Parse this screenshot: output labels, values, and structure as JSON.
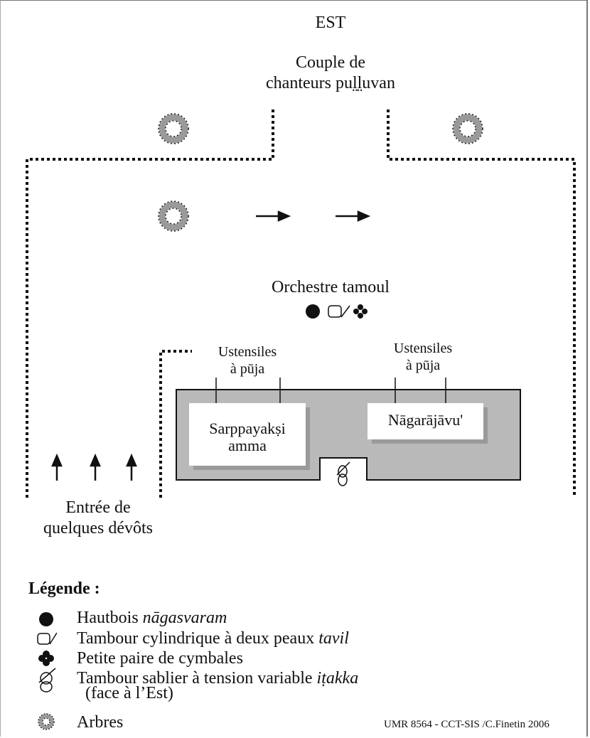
{
  "title": "EST",
  "singers": "Couple de\nchanteurs pul̤l̤uvan",
  "orchestra": "Orchestre tamoul",
  "utensils_left": "Ustensiles\nà pūja",
  "utensils_right": "Ustensiles\nà pūja",
  "shrine_left": "Sarppayakṣi\namma",
  "shrine_right": "Nāgarājāvu'",
  "entrance": "Entrée de\nquelques dévôts",
  "legend": {
    "title": "Légende :",
    "items": [
      {
        "icon": "filled-circle-icon",
        "label": "Hautbois ",
        "italic": "nāgasvaram"
      },
      {
        "icon": "cylindrical-drum-icon",
        "label": "Tambour cylindrique  à deux peaux ",
        "italic": "tavil"
      },
      {
        "icon": "cymbals-icon",
        "label": "Petite paire de cymbales",
        "italic": ""
      },
      {
        "icon": "hourglass-drum-icon",
        "label": "Tambour sablier à tension variable ",
        "italic": "iṭakka"
      },
      {
        "icon": "tree-icon",
        "label": "Arbres",
        "italic": ""
      }
    ],
    "note": "(face à l’Est)"
  },
  "credit": "UMR 8564 - CCT-SIS /C.Finetin 2006"
}
